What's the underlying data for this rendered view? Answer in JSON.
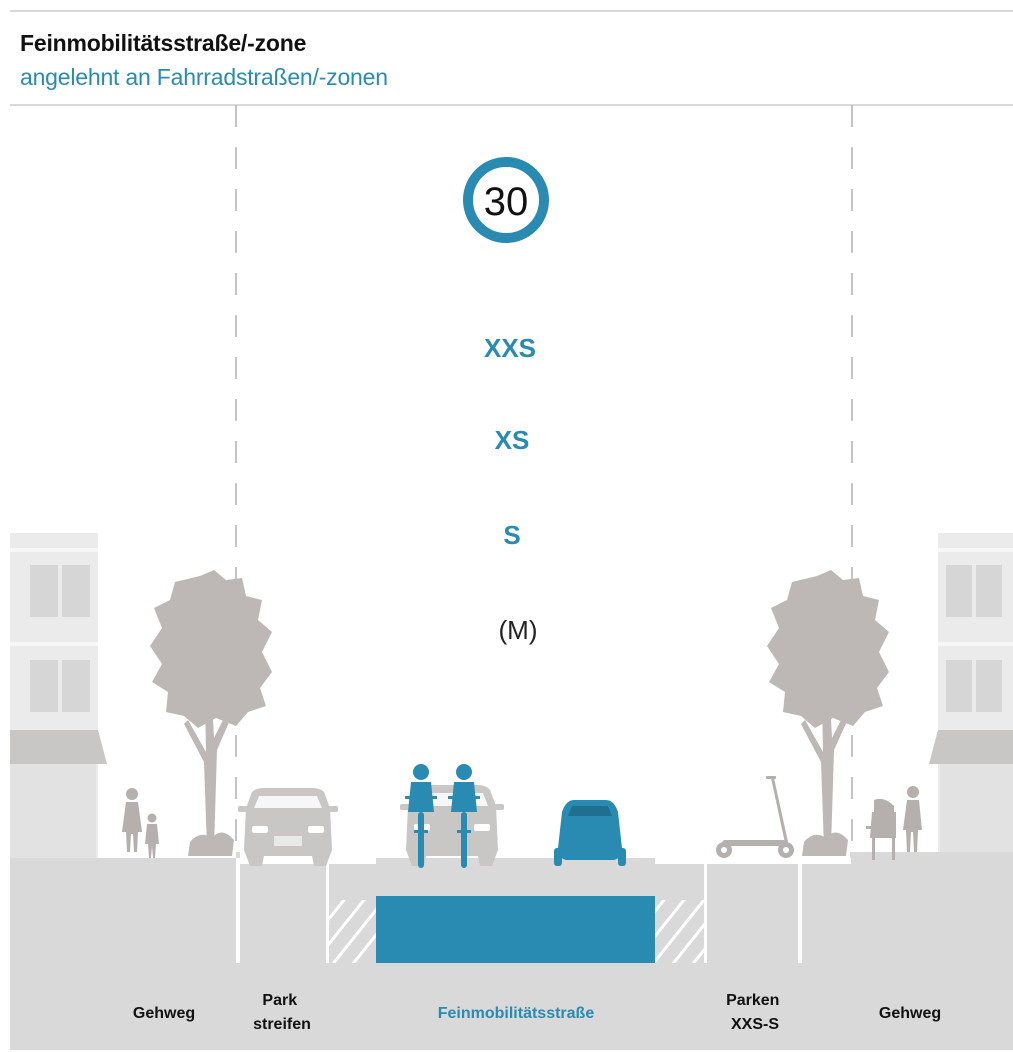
{
  "header": {
    "title": "Feinmobilitätsstraße/-zone",
    "subtitle": "angelehnt an Fahrradstraßen/-zonen"
  },
  "speed_limit": {
    "value": "30"
  },
  "vehicle_classes": [
    {
      "label": "XXS",
      "color": "#2a8bb2"
    },
    {
      "label": "XS",
      "color": "#2a8bb2"
    },
    {
      "label": "S",
      "color": "#2a8bb2"
    },
    {
      "label": "(M)",
      "color": "#222222"
    }
  ],
  "zones": [
    {
      "id": "gehweg-left",
      "label_lines": [
        "Gehweg"
      ],
      "color": "#111111"
    },
    {
      "id": "parkstreifen",
      "label_lines": [
        "Park",
        "streifen"
      ],
      "color": "#111111"
    },
    {
      "id": "feinmobilitaetsstrasse",
      "label_lines": [
        "Feinmobilitätsstraße"
      ],
      "color": "#2a8bb2"
    },
    {
      "id": "parken-xxs-s",
      "label_lines": [
        "Parken",
        "XXS-S"
      ],
      "color": "#111111"
    },
    {
      "id": "gehweg-right",
      "label_lines": [
        "Gehweg"
      ],
      "color": "#111111"
    }
  ],
  "colors": {
    "accent": "#2a8bb2",
    "ground": "#d9d9d9",
    "tree": "#bdb8b5",
    "car": "#c9c7c5",
    "building": "#ebebeb"
  }
}
